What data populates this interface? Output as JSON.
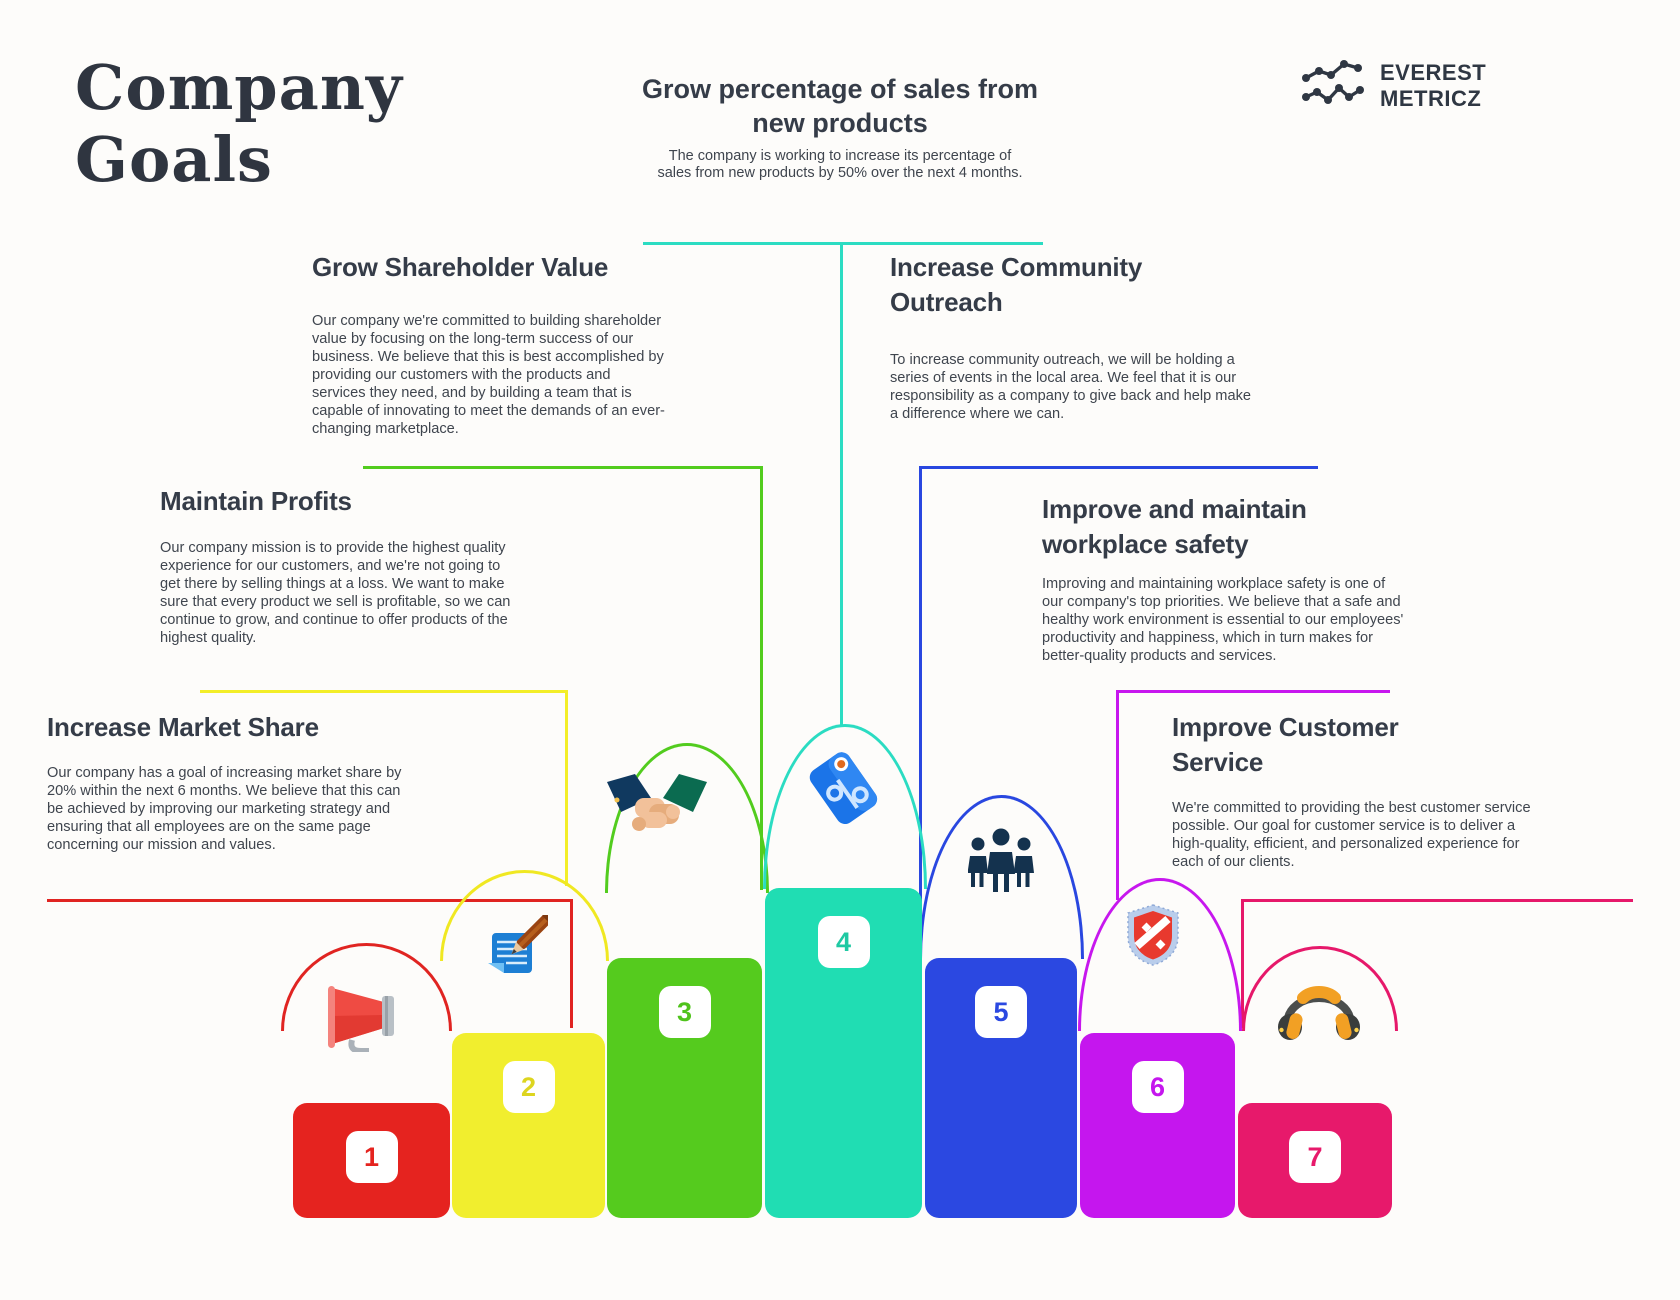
{
  "title": "Company Goals",
  "logo": {
    "line1": "EVEREST",
    "line2": "METRICZ"
  },
  "goals": [
    {
      "number": "1",
      "color": "#e5231f",
      "icon": "megaphone-icon",
      "heading": "Increase Market Share",
      "body": "Our company has a goal of increasing market share by 20% within the next 6 months. We believe that this can be achieved by improving our marketing strategy and ensuring that all employees are on the same page concerning our mission and values."
    },
    {
      "number": "2",
      "color": "#f1ee2e",
      "icon": "note-pencil-icon",
      "heading": "Maintain Profits",
      "body": "Our company mission is to provide the highest quality experience for our customers, and we're not going to get there by selling things at a loss. We want to make sure that every product we sell is profitable, so we can continue to grow, and continue to offer products of the highest quality."
    },
    {
      "number": "3",
      "color": "#55cb1e",
      "icon": "handshake-icon",
      "heading": "Grow Shareholder Value",
      "body": "Our company we're committed to building shareholder value by focusing on the long-term success of our business. We believe that this is best accomplished by providing our customers with the products and services they need, and by building a team that is capable of innovating to meet the demands of an ever-changing marketplace."
    },
    {
      "number": "4",
      "color": "#20ddb3",
      "icon": "price-tag-icon",
      "heading": "Grow percentage of sales from new products",
      "body": "The company is working to increase its percentage of sales from new products by 50% over the next 4 months."
    },
    {
      "number": "5",
      "color": "#2b48e1",
      "icon": "people-icon",
      "heading": "Increase Community Outreach",
      "body": "To increase community outreach, we will be holding a series of events in the local area. We feel that it is our responsibility as a company to give back and help make a difference where we can."
    },
    {
      "number": "6",
      "color": "#c516ee",
      "icon": "shield-icon",
      "heading": "Improve and maintain workplace safety",
      "body": "Improving and maintaining workplace safety is one of our company's top priorities. We believe that a safe and healthy work environment is essential to our employees' productivity and happiness, which in turn makes for better-quality products and services."
    },
    {
      "number": "7",
      "color": "#e7196b",
      "icon": "headphones-icon",
      "heading": "Improve Customer Service",
      "body": "We're committed to providing the best customer service possible. Our goal for customer service is to deliver a high-quality, efficient, and personalized experience for each of our clients."
    }
  ]
}
